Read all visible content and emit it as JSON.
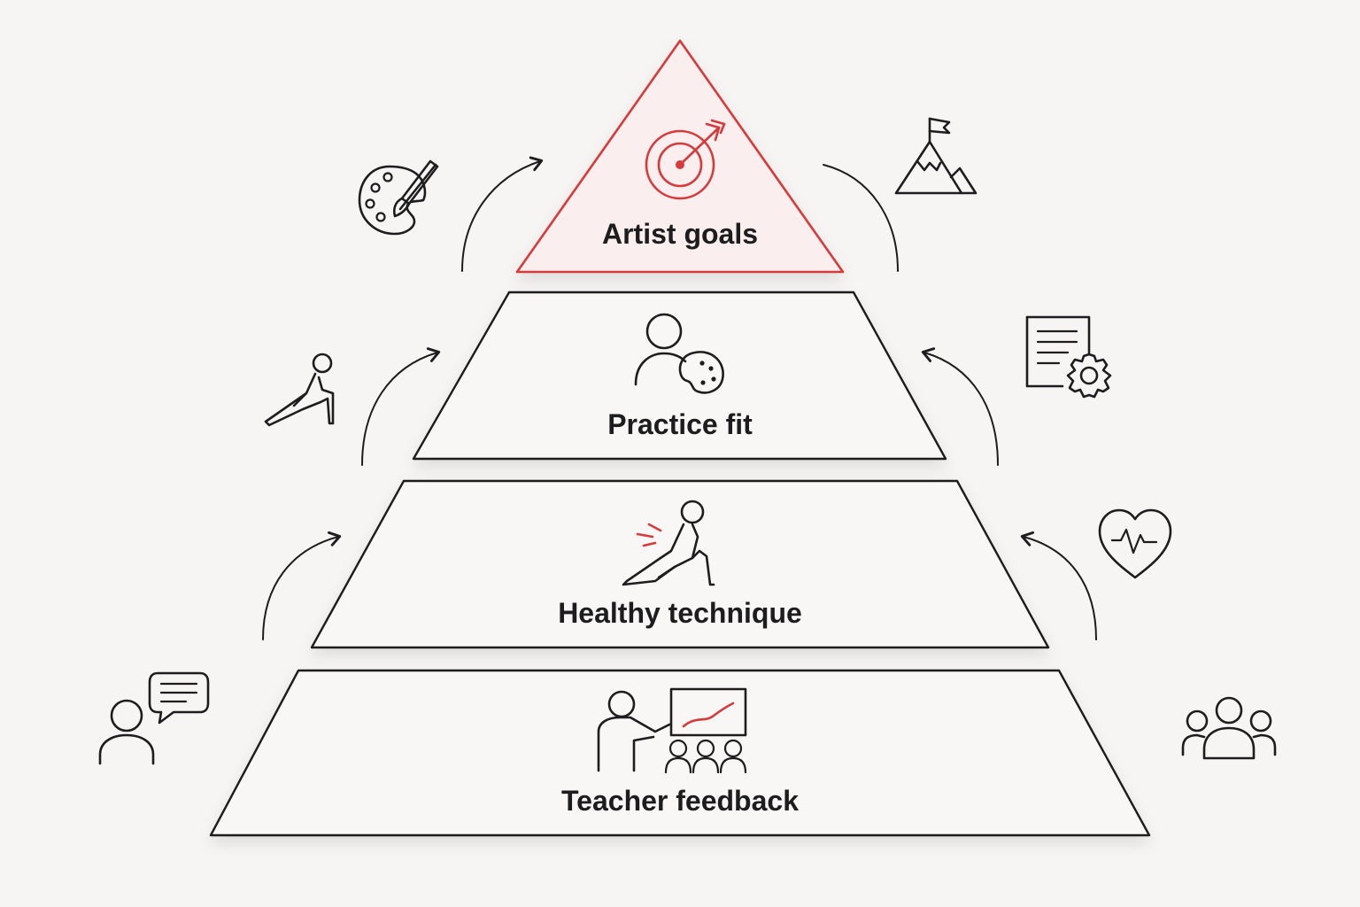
{
  "diagram": {
    "type": "pyramid",
    "accent_color": "#d63a3a",
    "ink_color": "#1d1d1f",
    "background_color": "#f6f5f3",
    "tiers": [
      {
        "id": "top",
        "label": "Artist goals",
        "icon": "target-arrow-icon",
        "highlighted": true
      },
      {
        "id": "second",
        "label": "Practice fit",
        "icon": "person-palette-icon",
        "highlighted": false
      },
      {
        "id": "third",
        "label": "Healthy technique",
        "icon": "stretching-figure-icon",
        "highlighted": false
      },
      {
        "id": "base",
        "label": "Teacher feedback",
        "icon": "teacher-presenting-icon",
        "highlighted": false
      }
    ],
    "side_icons_left": [
      "palette-brush-icon",
      "lunge-figure-icon",
      "person-speech-icon"
    ],
    "side_icons_right": [
      "mountain-flag-icon",
      "document-gear-icon",
      "heart-pulse-icon",
      "group-icon"
    ]
  }
}
